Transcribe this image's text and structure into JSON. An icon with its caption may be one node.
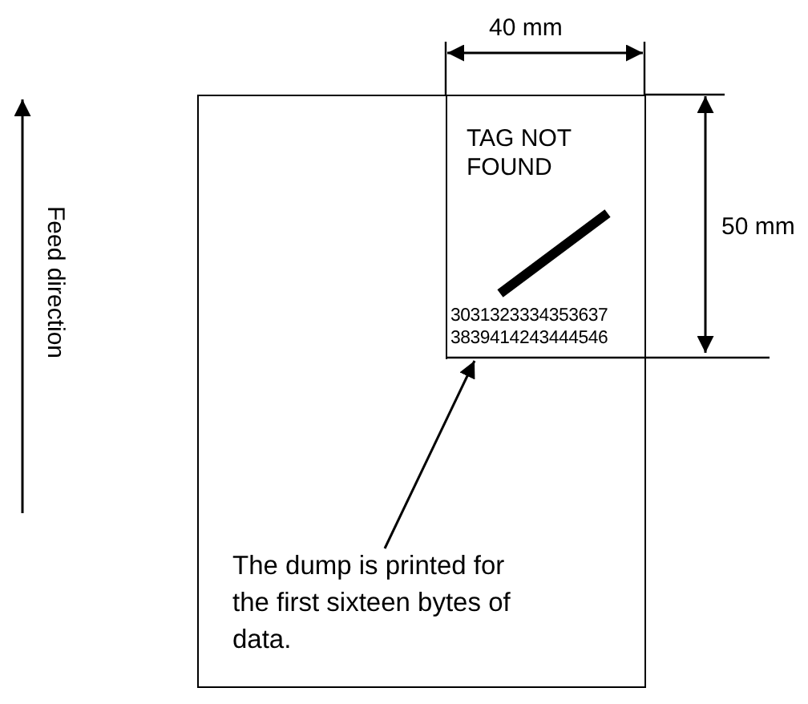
{
  "diagram": {
    "nodes": [
      {
        "text": [],
        "shape": "box"
      },
      {
        "text": [
          "TAG NOT FOUND",
          "3031323334353637 3839414243444546"
        ],
        "in": 0
      },
      {
        "text": [
          "The dump is printed for the first sixteen bytes of data."
        ],
        "in": 0
      }
    ],
    "edges": [
      {
        "from": 2,
        "to": 1,
        "arrow": "to"
      }
    ],
    "labels": [
      "40 mm",
      "50 mm",
      "Feed direction"
    ]
  }
}
